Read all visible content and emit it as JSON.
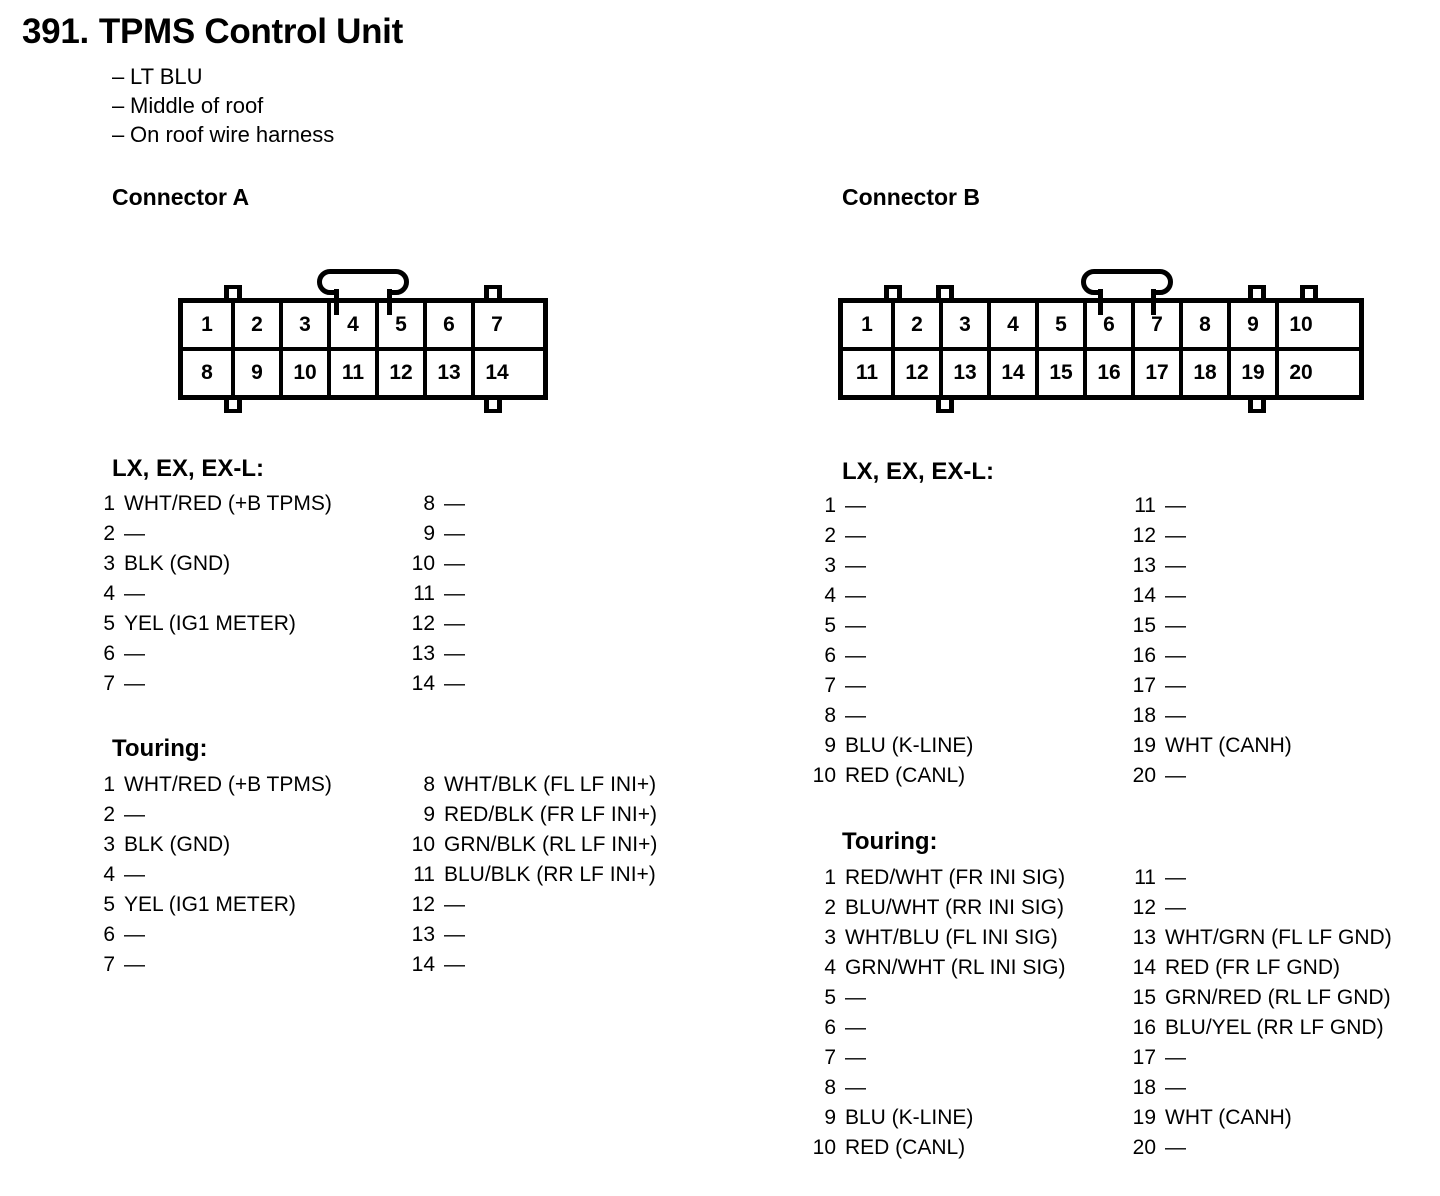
{
  "header": {
    "number": "391.",
    "title": "TPMS Control Unit",
    "bullets": [
      "LT BLU",
      "Middle of roof",
      "On roof wire harness"
    ],
    "bullet_dash": "–",
    "empty_dash": "—"
  },
  "connectors": [
    {
      "id": "A",
      "heading": "Connector A",
      "layout": {
        "columns": 7,
        "rows": 2,
        "top_pins": [
          "1",
          "2",
          "3",
          "4",
          "5",
          "6",
          "7"
        ],
        "bottom_pins": [
          "8",
          "9",
          "10",
          "11",
          "12",
          "13",
          "14"
        ]
      },
      "sections": [
        {
          "title": "LX, EX, EX-L:",
          "left": [
            {
              "pin": "1",
              "label": "WHT/RED (+B TPMS)"
            },
            {
              "pin": "2",
              "label": ""
            },
            {
              "pin": "3",
              "label": "BLK (GND)"
            },
            {
              "pin": "4",
              "label": ""
            },
            {
              "pin": "5",
              "label": "YEL (IG1 METER)"
            },
            {
              "pin": "6",
              "label": ""
            },
            {
              "pin": "7",
              "label": ""
            }
          ],
          "right": [
            {
              "pin": "8",
              "label": ""
            },
            {
              "pin": "9",
              "label": ""
            },
            {
              "pin": "10",
              "label": ""
            },
            {
              "pin": "11",
              "label": ""
            },
            {
              "pin": "12",
              "label": ""
            },
            {
              "pin": "13",
              "label": ""
            },
            {
              "pin": "14",
              "label": ""
            }
          ]
        },
        {
          "title": "Touring:",
          "left": [
            {
              "pin": "1",
              "label": "WHT/RED (+B TPMS)"
            },
            {
              "pin": "2",
              "label": ""
            },
            {
              "pin": "3",
              "label": "BLK (GND)"
            },
            {
              "pin": "4",
              "label": ""
            },
            {
              "pin": "5",
              "label": "YEL (IG1 METER)"
            },
            {
              "pin": "6",
              "label": ""
            },
            {
              "pin": "7",
              "label": ""
            }
          ],
          "right": [
            {
              "pin": "8",
              "label": "WHT/BLK (FL LF INI+)"
            },
            {
              "pin": "9",
              "label": "RED/BLK (FR LF INI+)"
            },
            {
              "pin": "10",
              "label": "GRN/BLK (RL LF INI+)"
            },
            {
              "pin": "11",
              "label": "BLU/BLK (RR LF INI+)"
            },
            {
              "pin": "12",
              "label": ""
            },
            {
              "pin": "13",
              "label": ""
            },
            {
              "pin": "14",
              "label": ""
            }
          ]
        }
      ]
    },
    {
      "id": "B",
      "heading": "Connector B",
      "layout": {
        "columns": 10,
        "rows": 2,
        "top_pins": [
          "1",
          "2",
          "3",
          "4",
          "5",
          "6",
          "7",
          "8",
          "9",
          "10"
        ],
        "bottom_pins": [
          "11",
          "12",
          "13",
          "14",
          "15",
          "16",
          "17",
          "18",
          "19",
          "20"
        ]
      },
      "sections": [
        {
          "title": "LX, EX, EX-L:",
          "left": [
            {
              "pin": "1",
              "label": ""
            },
            {
              "pin": "2",
              "label": ""
            },
            {
              "pin": "3",
              "label": ""
            },
            {
              "pin": "4",
              "label": ""
            },
            {
              "pin": "5",
              "label": ""
            },
            {
              "pin": "6",
              "label": ""
            },
            {
              "pin": "7",
              "label": ""
            },
            {
              "pin": "8",
              "label": ""
            },
            {
              "pin": "9",
              "label": "BLU (K-LINE)"
            },
            {
              "pin": "10",
              "label": "RED (CANL)"
            }
          ],
          "right": [
            {
              "pin": "11",
              "label": ""
            },
            {
              "pin": "12",
              "label": ""
            },
            {
              "pin": "13",
              "label": ""
            },
            {
              "pin": "14",
              "label": ""
            },
            {
              "pin": "15",
              "label": ""
            },
            {
              "pin": "16",
              "label": ""
            },
            {
              "pin": "17",
              "label": ""
            },
            {
              "pin": "18",
              "label": ""
            },
            {
              "pin": "19",
              "label": "WHT (CANH)"
            },
            {
              "pin": "20",
              "label": ""
            }
          ]
        },
        {
          "title": "Touring:",
          "left": [
            {
              "pin": "1",
              "label": "RED/WHT (FR INI SIG)"
            },
            {
              "pin": "2",
              "label": "BLU/WHT (RR INI SIG)"
            },
            {
              "pin": "3",
              "label": "WHT/BLU (FL INI SIG)"
            },
            {
              "pin": "4",
              "label": "GRN/WHT (RL INI SIG)"
            },
            {
              "pin": "5",
              "label": ""
            },
            {
              "pin": "6",
              "label": ""
            },
            {
              "pin": "7",
              "label": ""
            },
            {
              "pin": "8",
              "label": ""
            },
            {
              "pin": "9",
              "label": "BLU (K-LINE)"
            },
            {
              "pin": "10",
              "label": "RED (CANL)"
            }
          ],
          "right": [
            {
              "pin": "11",
              "label": ""
            },
            {
              "pin": "12",
              "label": ""
            },
            {
              "pin": "13",
              "label": "WHT/GRN (FL LF GND)"
            },
            {
              "pin": "14",
              "label": "RED (FR LF GND)"
            },
            {
              "pin": "15",
              "label": "GRN/RED (RL LF GND)"
            },
            {
              "pin": "16",
              "label": "BLU/YEL (RR LF GND)"
            },
            {
              "pin": "17",
              "label": ""
            },
            {
              "pin": "18",
              "label": ""
            },
            {
              "pin": "19",
              "label": "WHT (CANH)"
            },
            {
              "pin": "20",
              "label": ""
            }
          ]
        }
      ]
    }
  ]
}
